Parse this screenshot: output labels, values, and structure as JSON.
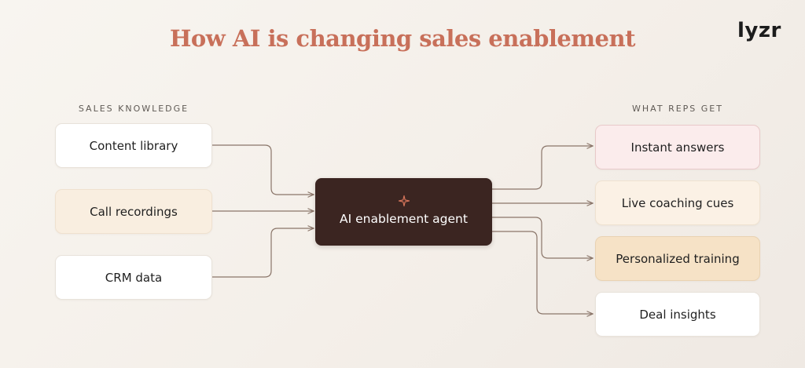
{
  "title": "How AI is changing sales enablement",
  "brand": "lyzr",
  "inputs": {
    "heading": "SALES KNOWLEDGE",
    "items": [
      {
        "label": "Content library",
        "fill": "#ffffff",
        "border": "#e8e2da"
      },
      {
        "label": "Call recordings",
        "fill": "#f9eee0",
        "border": "#efe1cf"
      },
      {
        "label": "CRM data",
        "fill": "#ffffff",
        "border": "#e8e2da"
      }
    ]
  },
  "agent": {
    "label": "AI enablement agent",
    "icon": "sparkle-icon",
    "fill": "#3b2521",
    "icon_color": "#d4745a"
  },
  "outputs": {
    "heading": "WHAT REPS GET",
    "items": [
      {
        "label": "Instant answers",
        "fill": "#fbecec",
        "border": "#e8c9c9"
      },
      {
        "label": "Live coaching cues",
        "fill": "#fbf1e5",
        "border": "#efe2d0"
      },
      {
        "label": "Personalized training",
        "fill": "#f6e2c6",
        "border": "#e9d2b2"
      },
      {
        "label": "Deal insights",
        "fill": "#ffffff",
        "border": "#e8e2da"
      }
    ]
  },
  "colors": {
    "title": "#c8705a",
    "connector": "#8a7569",
    "background": "#f6f2ed"
  }
}
